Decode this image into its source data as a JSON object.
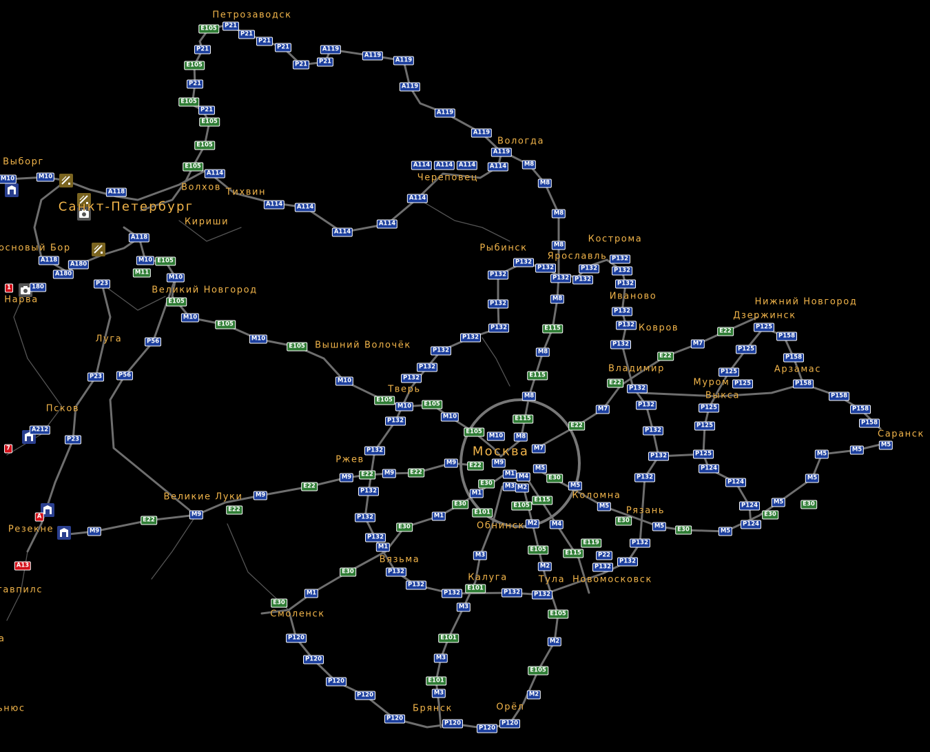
{
  "map": {
    "cities": [
      "Петрозаводск",
      "Выборг",
      "Санкт-Петербург",
      "Волхов",
      "Тихвин",
      "Кириши",
      "Череповец",
      "Вологда",
      "Рыбинск",
      "Кострома",
      "Ярославль",
      "Иваново",
      "Нижний Новгород",
      "Дзержинск",
      "Ковров",
      "Владимир",
      "Арзамас",
      "Муром",
      "Выкса",
      "Саранск",
      "основый Бор",
      "Нарва",
      "Великий Новгород",
      "Луга",
      "Вышний Волочёк",
      "Тверь",
      "Псков",
      "Москва",
      "Ржев",
      "Великие Луки",
      "Коломна",
      "Рязань",
      "Обнинск",
      "Резекне",
      "Вязьма",
      "Калуга",
      "Тула",
      "Новомосковск",
      "гавпилс",
      "Смоленск",
      "Брянск",
      "Орёл",
      "а",
      "ьнюс"
    ],
    "shields": [
      {
        "t": "E105",
        "c": "g"
      },
      {
        "t": "P21",
        "c": "b"
      },
      {
        "t": "P21",
        "c": "b"
      },
      {
        "t": "P21",
        "c": "b"
      },
      {
        "t": "P21",
        "c": "b"
      },
      {
        "t": "P21",
        "c": "b"
      },
      {
        "t": "P21",
        "c": "b"
      },
      {
        "t": "A119",
        "c": "b"
      },
      {
        "t": "A119",
        "c": "b"
      },
      {
        "t": "A119",
        "c": "b"
      },
      {
        "t": "A119",
        "c": "b"
      },
      {
        "t": "A119",
        "c": "b"
      },
      {
        "t": "A119",
        "c": "b"
      },
      {
        "t": "A119",
        "c": "b"
      },
      {
        "t": "A114",
        "c": "b"
      },
      {
        "t": "M8",
        "c": "b"
      },
      {
        "t": "A114",
        "c": "b"
      },
      {
        "t": "A114",
        "c": "b"
      },
      {
        "t": "A114",
        "c": "b"
      },
      {
        "t": "M8",
        "c": "b"
      },
      {
        "t": "A114",
        "c": "b"
      },
      {
        "t": "A114",
        "c": "b"
      },
      {
        "t": "A114",
        "c": "b"
      },
      {
        "t": "A114",
        "c": "b"
      },
      {
        "t": "A114",
        "c": "b"
      },
      {
        "t": "A114",
        "c": "b"
      },
      {
        "t": "E105",
        "c": "g"
      },
      {
        "t": "E105",
        "c": "g"
      },
      {
        "t": "E105",
        "c": "g"
      },
      {
        "t": "E105",
        "c": "g"
      },
      {
        "t": "P21",
        "c": "b"
      },
      {
        "t": "P21",
        "c": "b"
      },
      {
        "t": "E105",
        "c": "g"
      },
      {
        "t": "P21",
        "c": "b"
      },
      {
        "t": "M10",
        "c": "b"
      },
      {
        "t": "M10",
        "c": "b"
      },
      {
        "t": "A118",
        "c": "b"
      },
      {
        "t": "A118",
        "c": "b"
      },
      {
        "t": "M10",
        "c": "b"
      },
      {
        "t": "E105",
        "c": "g"
      },
      {
        "t": "M11",
        "c": "g"
      },
      {
        "t": "M10",
        "c": "b"
      },
      {
        "t": "A180",
        "c": "b"
      },
      {
        "t": "A180",
        "c": "b"
      },
      {
        "t": "A118",
        "c": "b"
      },
      {
        "t": "180",
        "c": "b"
      },
      {
        "t": "P23",
        "c": "b"
      },
      {
        "t": "E105",
        "c": "g"
      },
      {
        "t": "M10",
        "c": "b"
      },
      {
        "t": "E105",
        "c": "g"
      },
      {
        "t": "M10",
        "c": "b"
      },
      {
        "t": "E105",
        "c": "g"
      },
      {
        "t": "P56",
        "c": "b"
      },
      {
        "t": "P56",
        "c": "b"
      },
      {
        "t": "P23",
        "c": "b"
      },
      {
        "t": "A212",
        "c": "b"
      },
      {
        "t": "P23",
        "c": "b"
      },
      {
        "t": "M10",
        "c": "b"
      },
      {
        "t": "E105",
        "c": "g"
      },
      {
        "t": "P132",
        "c": "b"
      },
      {
        "t": "M10",
        "c": "b"
      },
      {
        "t": "E105",
        "c": "g"
      },
      {
        "t": "M10",
        "c": "b"
      },
      {
        "t": "P132",
        "c": "b"
      },
      {
        "t": "P132",
        "c": "b"
      },
      {
        "t": "E22",
        "c": "g"
      },
      {
        "t": "M9",
        "c": "b"
      },
      {
        "t": "M9",
        "c": "b"
      },
      {
        "t": "E22",
        "c": "g"
      },
      {
        "t": "M9",
        "c": "b"
      },
      {
        "t": "P132",
        "c": "b"
      },
      {
        "t": "P132",
        "c": "b"
      },
      {
        "t": "P132",
        "c": "b"
      },
      {
        "t": "M1",
        "c": "b"
      },
      {
        "t": "E22",
        "c": "g"
      },
      {
        "t": "M9",
        "c": "b"
      },
      {
        "t": "E22",
        "c": "g"
      },
      {
        "t": "M9",
        "c": "b"
      },
      {
        "t": "E22",
        "c": "g"
      },
      {
        "t": "M9",
        "c": "b"
      },
      {
        "t": "A",
        "c": "r"
      },
      {
        "t": "A13",
        "c": "r"
      },
      {
        "t": "7",
        "c": "r"
      },
      {
        "t": "1",
        "c": "r"
      },
      {
        "t": "P132",
        "c": "b"
      },
      {
        "t": "P132",
        "c": "b"
      },
      {
        "t": "P132",
        "c": "b"
      },
      {
        "t": "P132",
        "c": "b"
      },
      {
        "t": "P132",
        "c": "b"
      },
      {
        "t": "P132",
        "c": "b"
      },
      {
        "t": "P132",
        "c": "b"
      },
      {
        "t": "M8",
        "c": "b"
      },
      {
        "t": "M8",
        "c": "b"
      },
      {
        "t": "P132",
        "c": "b"
      },
      {
        "t": "P132",
        "c": "b"
      },
      {
        "t": "P132",
        "c": "b"
      },
      {
        "t": "M8",
        "c": "b"
      },
      {
        "t": "E115",
        "c": "g"
      },
      {
        "t": "M8",
        "c": "b"
      },
      {
        "t": "E115",
        "c": "g"
      },
      {
        "t": "M8",
        "c": "b"
      },
      {
        "t": "E115",
        "c": "g"
      },
      {
        "t": "E105",
        "c": "g"
      },
      {
        "t": "M10",
        "c": "b"
      },
      {
        "t": "M8",
        "c": "b"
      },
      {
        "t": "M7",
        "c": "b"
      },
      {
        "t": "E22",
        "c": "g"
      },
      {
        "t": "M7",
        "c": "b"
      },
      {
        "t": "E22",
        "c": "g"
      },
      {
        "t": "P132",
        "c": "b"
      },
      {
        "t": "P132",
        "c": "b"
      },
      {
        "t": "P132",
        "c": "b"
      },
      {
        "t": "P132",
        "c": "b"
      },
      {
        "t": "P132",
        "c": "b"
      },
      {
        "t": "P132",
        "c": "b"
      },
      {
        "t": "P132",
        "c": "b"
      },
      {
        "t": "P132",
        "c": "b"
      },
      {
        "t": "E22",
        "c": "g"
      },
      {
        "t": "M7",
        "c": "b"
      },
      {
        "t": "E22",
        "c": "g"
      },
      {
        "t": "P125",
        "c": "b"
      },
      {
        "t": "P158",
        "c": "b"
      },
      {
        "t": "P125",
        "c": "b"
      },
      {
        "t": "P158",
        "c": "b"
      },
      {
        "t": "P125",
        "c": "b"
      },
      {
        "t": "P125",
        "c": "b"
      },
      {
        "t": "P158",
        "c": "b"
      },
      {
        "t": "P158",
        "c": "b"
      },
      {
        "t": "P158",
        "c": "b"
      },
      {
        "t": "P158",
        "c": "b"
      },
      {
        "t": "M5",
        "c": "b"
      },
      {
        "t": "M5",
        "c": "b"
      },
      {
        "t": "M5",
        "c": "b"
      },
      {
        "t": "M5",
        "c": "b"
      },
      {
        "t": "M5",
        "c": "b"
      },
      {
        "t": "E30",
        "c": "g"
      },
      {
        "t": "E30",
        "c": "g"
      },
      {
        "t": "P124",
        "c": "b"
      },
      {
        "t": "P124",
        "c": "b"
      },
      {
        "t": "P124",
        "c": "b"
      },
      {
        "t": "P124",
        "c": "b"
      },
      {
        "t": "P125",
        "c": "b"
      },
      {
        "t": "P125",
        "c": "b"
      },
      {
        "t": "P125",
        "c": "b"
      },
      {
        "t": "P132",
        "c": "b"
      },
      {
        "t": "P132",
        "c": "b"
      },
      {
        "t": "P132",
        "c": "b"
      },
      {
        "t": "P132",
        "c": "b"
      },
      {
        "t": "E22",
        "c": "g"
      },
      {
        "t": "M9",
        "c": "b"
      },
      {
        "t": "M1",
        "c": "b"
      },
      {
        "t": "E30",
        "c": "g"
      },
      {
        "t": "M3",
        "c": "b"
      },
      {
        "t": "M5",
        "c": "b"
      },
      {
        "t": "M4",
        "c": "b"
      },
      {
        "t": "M2",
        "c": "b"
      },
      {
        "t": "E30",
        "c": "g"
      },
      {
        "t": "M5",
        "c": "b"
      },
      {
        "t": "E115",
        "c": "g"
      },
      {
        "t": "E105",
        "c": "g"
      },
      {
        "t": "M5",
        "c": "b"
      },
      {
        "t": "E30",
        "c": "g"
      },
      {
        "t": "M5",
        "c": "b"
      },
      {
        "t": "E30",
        "c": "g"
      },
      {
        "t": "M5",
        "c": "b"
      },
      {
        "t": "M1",
        "c": "b"
      },
      {
        "t": "E30",
        "c": "g"
      },
      {
        "t": "M1",
        "c": "b"
      },
      {
        "t": "E30",
        "c": "g"
      },
      {
        "t": "E101",
        "c": "g"
      },
      {
        "t": "M2",
        "c": "b"
      },
      {
        "t": "M4",
        "c": "b"
      },
      {
        "t": "E105",
        "c": "g"
      },
      {
        "t": "E115",
        "c": "g"
      },
      {
        "t": "E119",
        "c": "g"
      },
      {
        "t": "P22",
        "c": "b"
      },
      {
        "t": "P132",
        "c": "b"
      },
      {
        "t": "P132",
        "c": "b"
      },
      {
        "t": "P132",
        "c": "b"
      },
      {
        "t": "M2",
        "c": "b"
      },
      {
        "t": "P132",
        "c": "b"
      },
      {
        "t": "P132",
        "c": "b"
      },
      {
        "t": "P132",
        "c": "b"
      },
      {
        "t": "P132",
        "c": "b"
      },
      {
        "t": "P132",
        "c": "b"
      },
      {
        "t": "E30",
        "c": "g"
      },
      {
        "t": "M1",
        "c": "b"
      },
      {
        "t": "E30",
        "c": "g"
      },
      {
        "t": "M3",
        "c": "b"
      },
      {
        "t": "E101",
        "c": "g"
      },
      {
        "t": "M3",
        "c": "b"
      },
      {
        "t": "E105",
        "c": "g"
      },
      {
        "t": "M2",
        "c": "b"
      },
      {
        "t": "E101",
        "c": "g"
      },
      {
        "t": "M3",
        "c": "b"
      },
      {
        "t": "E105",
        "c": "g"
      },
      {
        "t": "E101",
        "c": "g"
      },
      {
        "t": "M3",
        "c": "b"
      },
      {
        "t": "M2",
        "c": "b"
      },
      {
        "t": "P120",
        "c": "b"
      },
      {
        "t": "P120",
        "c": "b"
      },
      {
        "t": "P120",
        "c": "b"
      },
      {
        "t": "P120",
        "c": "b"
      },
      {
        "t": "P120",
        "c": "b"
      },
      {
        "t": "P120",
        "c": "b"
      },
      {
        "t": "P120",
        "c": "b"
      },
      {
        "t": "P120",
        "c": "b"
      }
    ],
    "pois": [
      {
        "type": "ferry",
        "icon": "ferry-icon"
      },
      {
        "type": "ferry",
        "icon": "ferry-icon"
      },
      {
        "type": "ferry",
        "icon": "ferry-icon"
      },
      {
        "type": "camera",
        "icon": "camera-icon"
      },
      {
        "type": "camera",
        "icon": "camera-icon"
      },
      {
        "type": "garage",
        "icon": "garage-icon"
      },
      {
        "type": "garage",
        "icon": "garage-icon"
      },
      {
        "type": "garage",
        "icon": "garage-icon"
      },
      {
        "type": "garage",
        "icon": "garage-icon"
      }
    ],
    "colors": {
      "city": "#f2b54a",
      "road": "#6e6e6e",
      "national": "#1c3f9e",
      "euro": "#2f7d35"
    }
  }
}
